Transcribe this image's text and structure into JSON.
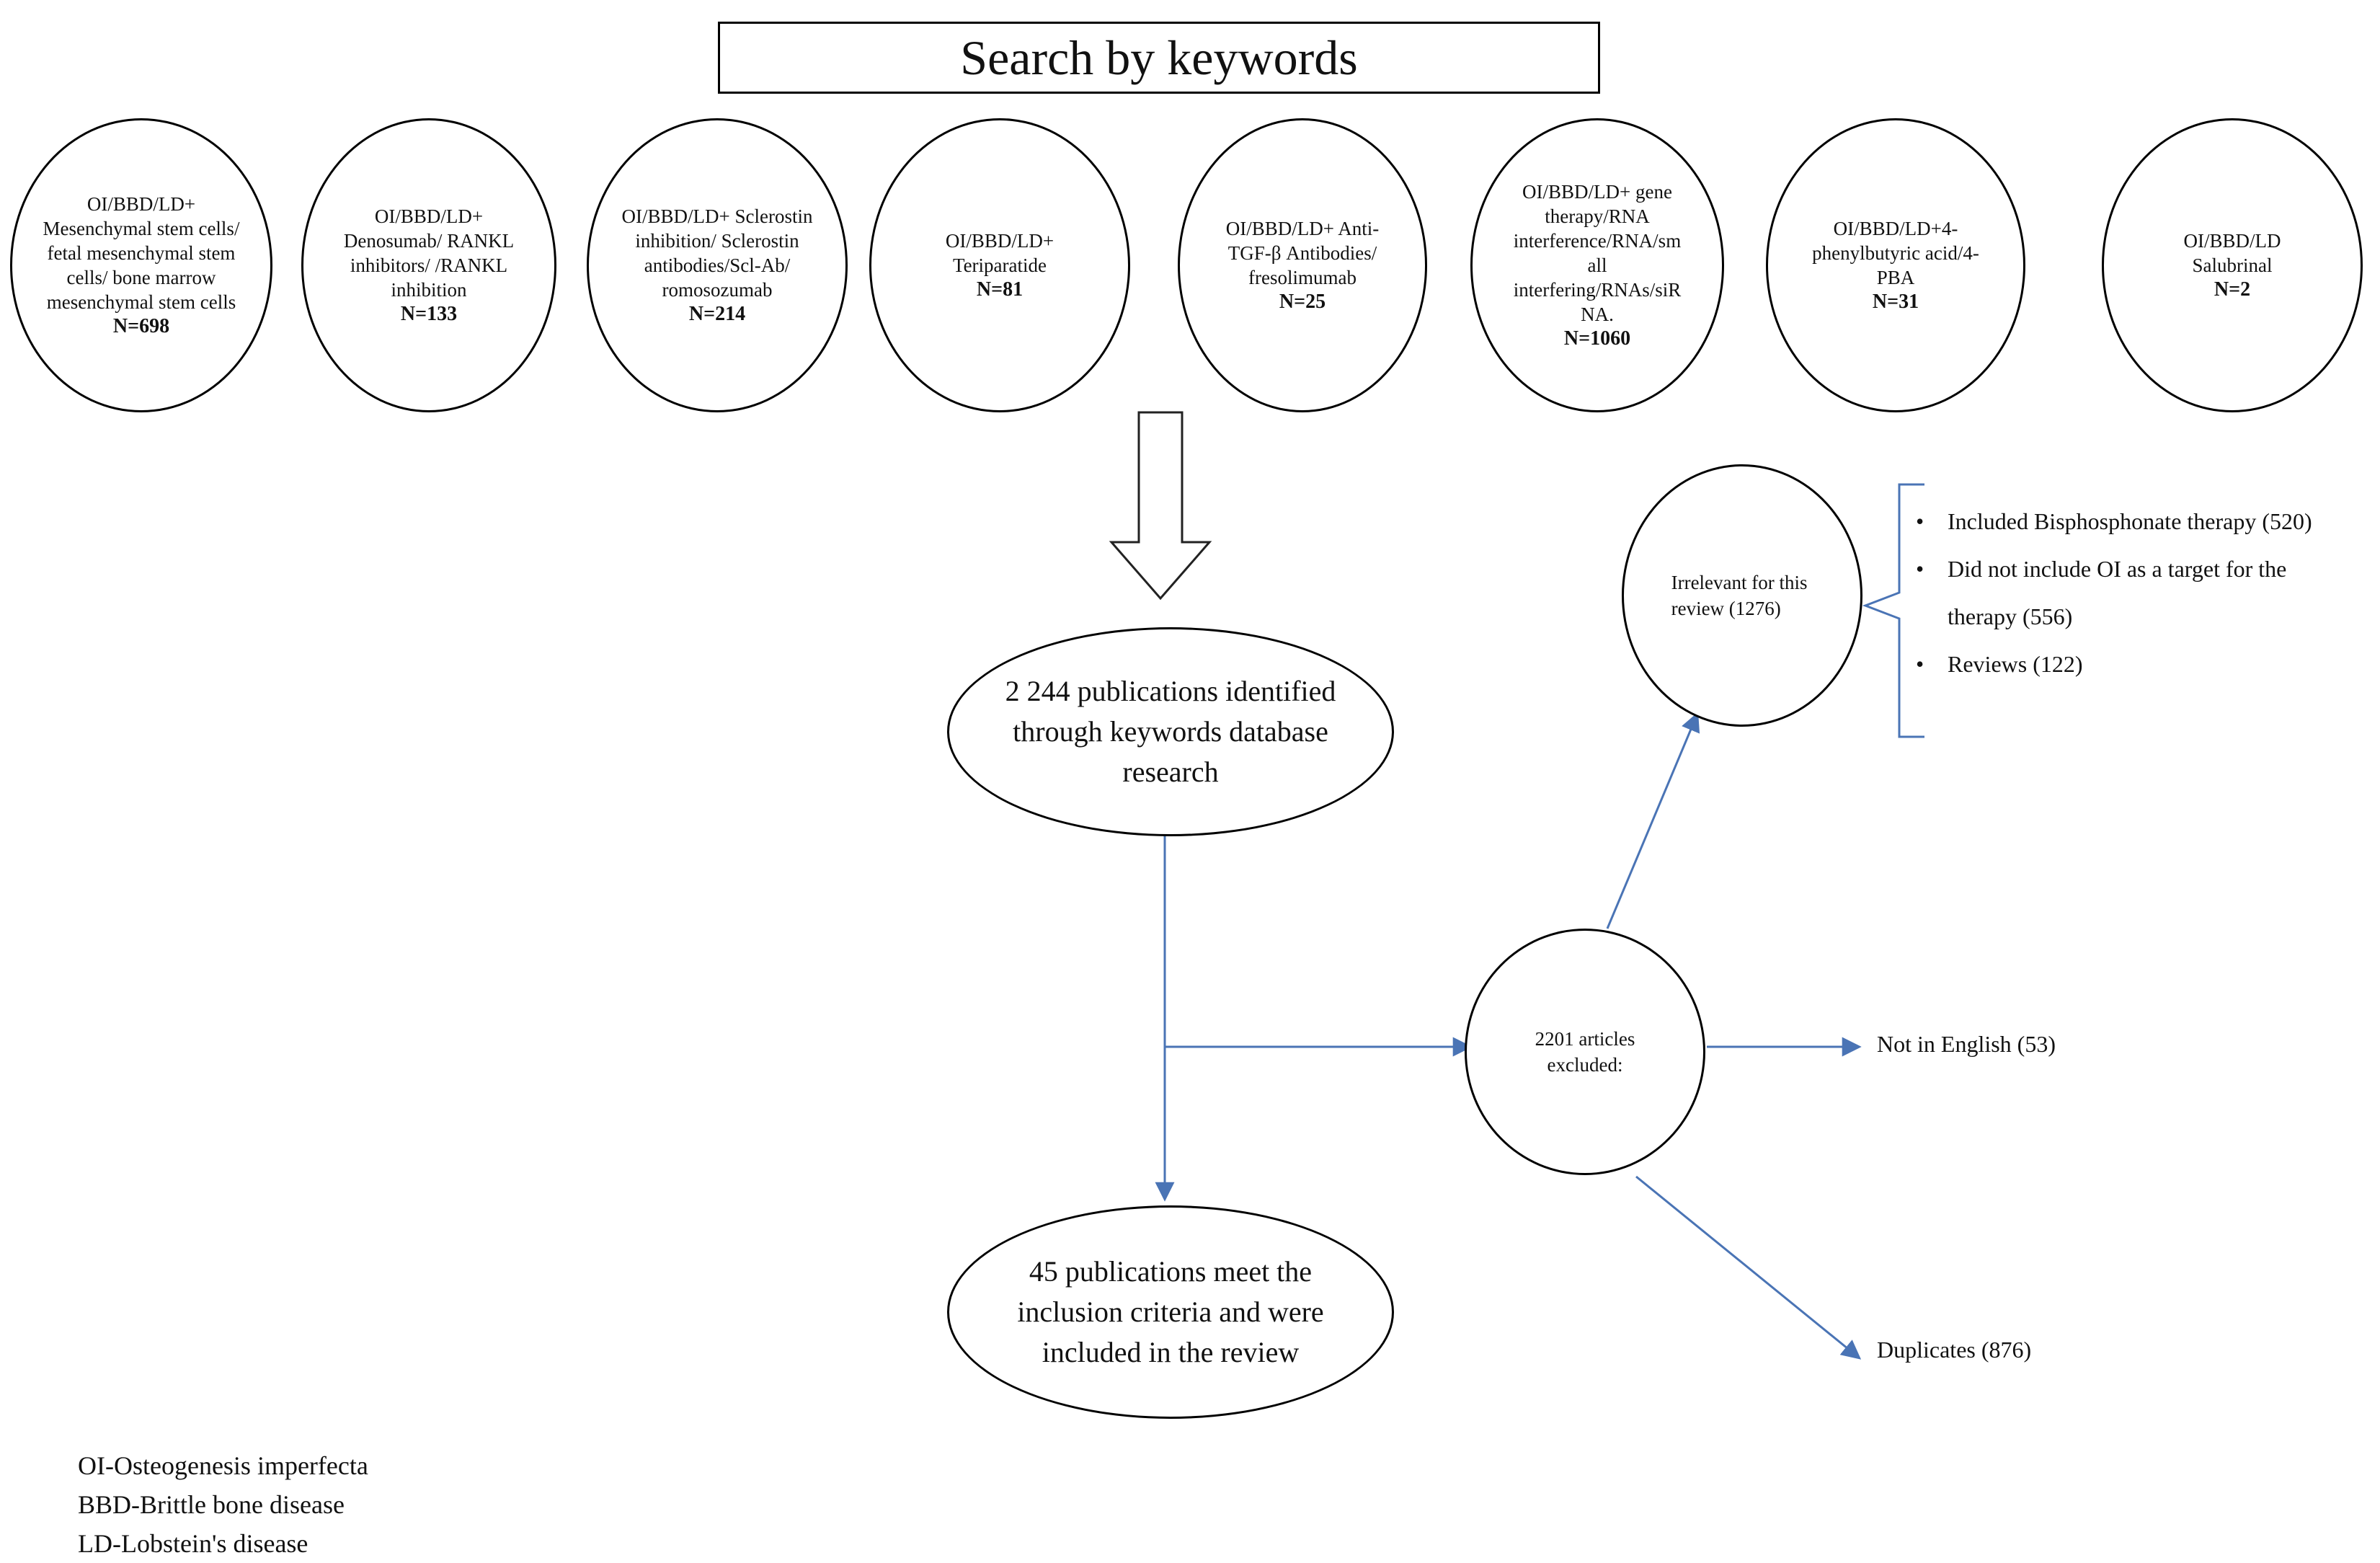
{
  "title": "Search by keywords",
  "keyword_searches": [
    {
      "label": "OI/BBD/LD+ Mesenchymal stem cells/ fetal mesenchymal stem cells/ bone marrow mesenchymal stem cells",
      "n": "N=698"
    },
    {
      "label": "OI/BBD/LD+ Denosumab/ RANKL inhibitors/ /RANKL inhibition",
      "n": "N=133"
    },
    {
      "label": "OI/BBD/LD+ Sclerostin inhibition/ Sclerostin antibodies/Scl-Ab/ romosozumab",
      "n": "N=214"
    },
    {
      "label": "OI/BBD/LD+ Teriparatide",
      "n": "N=81"
    },
    {
      "label": "OI/BBD/LD+ Anti-TGF-β Antibodies/ fresolimumab",
      "n": "N=25"
    },
    {
      "label": "OI/BBD/LD+ gene therapy/RNA interference/RNA/small interfering/RNAs/siRNA.",
      "n": "N=1060"
    },
    {
      "label": "OI/BBD/LD+4-phenylbutyric acid/4-PBA",
      "n": "N=31"
    },
    {
      "label": "OI/BBD/LD Salubrinal",
      "n": "N=2"
    }
  ],
  "identified": "2 244 publications identified through keywords database research",
  "included": "45 publications meet the inclusion criteria and were included in the review",
  "excluded": "2201 articles excluded:",
  "irrelevant": "Irrelevant for this review (1276)",
  "irrelevant_reasons": [
    "Included Bisphosphonate therapy (520)",
    "Did not include OI as a target for the therapy (556)",
    "Reviews (122)"
  ],
  "not_english": "Not in English (53)",
  "duplicates": "Duplicates (876)",
  "legend": [
    "OI-Osteogenesis imperfecta",
    "BBD-Brittle bone disease",
    "LD-Lobstein's disease"
  ],
  "colors": {
    "connector": "#4a74b5",
    "outline": "#000000",
    "brace": "#4a74b5"
  }
}
